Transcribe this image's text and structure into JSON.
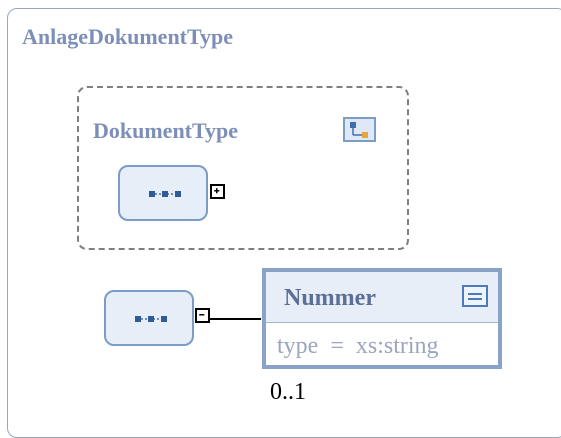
{
  "outer": {
    "title": "AnlageDokumentType"
  },
  "group": {
    "title": "DokumentType",
    "icon": "complex-type-icon"
  },
  "sequence_icon": "sequence-dots-icon",
  "toggles": {
    "expand": "plus-icon",
    "collapse": "minus-icon"
  },
  "element": {
    "name": "Nummer",
    "type_text": "type  =  xs:string",
    "icon": "element-details-icon"
  },
  "cardinality": "0..1",
  "colors": {
    "title": "#7d8fb8",
    "element_border": "#8aa2c7",
    "sequence_fill": "#e6eef7",
    "dash_border": "#7f7f7f"
  }
}
